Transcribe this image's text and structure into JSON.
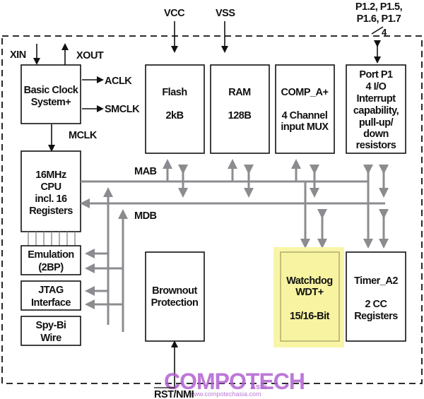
{
  "diagram": {
    "title": "MSP430 microcontroller block diagram",
    "power_pins": {
      "vcc": "VCC",
      "vss": "VSS"
    },
    "clock": {
      "block": [
        "Basic Clock",
        "System+"
      ],
      "inputs": {
        "xin": "XIN",
        "xout": "XOUT"
      },
      "outputs": {
        "aclk": "ACLK",
        "smclk": "SMCLK",
        "mclk": "MCLK"
      }
    },
    "memory": {
      "flash": {
        "name": "Flash",
        "size": "2kB"
      },
      "ram": {
        "name": "RAM",
        "size": "128B"
      }
    },
    "comparator": {
      "name": "COMP_A+",
      "desc": [
        "4 Channel",
        "input MUX"
      ]
    },
    "port": {
      "name": "Port P1",
      "desc": [
        "4 I/O",
        "Interrupt",
        "capability,",
        "pull-up/",
        "down",
        "resistors"
      ],
      "pins": [
        "P1.2, P1.5,",
        "P1.6, P1.7"
      ],
      "bus_width": "4"
    },
    "cpu": {
      "lines": [
        "16MHz",
        "CPU",
        "incl. 16",
        "Registers"
      ]
    },
    "buses": {
      "mab": "MAB",
      "mdb": "MDB"
    },
    "emulation": {
      "lines": [
        "Emulation",
        "(2BP)"
      ]
    },
    "jtag": {
      "lines": [
        "JTAG",
        "Interface"
      ]
    },
    "spybi": {
      "lines": [
        "Spy-Bi",
        "Wire"
      ]
    },
    "brownout": {
      "lines": [
        "Brownout",
        "Protection"
      ]
    },
    "watchdog": {
      "lines": [
        "Watchdog",
        "WDT+",
        "15/16-Bit"
      ],
      "highlight_color": "#f9f5a6"
    },
    "timer": {
      "lines": [
        "Timer_A2",
        "2 CC",
        "Registers"
      ]
    },
    "reset_pin": "RST/NMI",
    "watermark": {
      "brand": "COMPOTECH",
      "suffix": "Asia",
      "url": "www.compotechasia.com"
    }
  }
}
